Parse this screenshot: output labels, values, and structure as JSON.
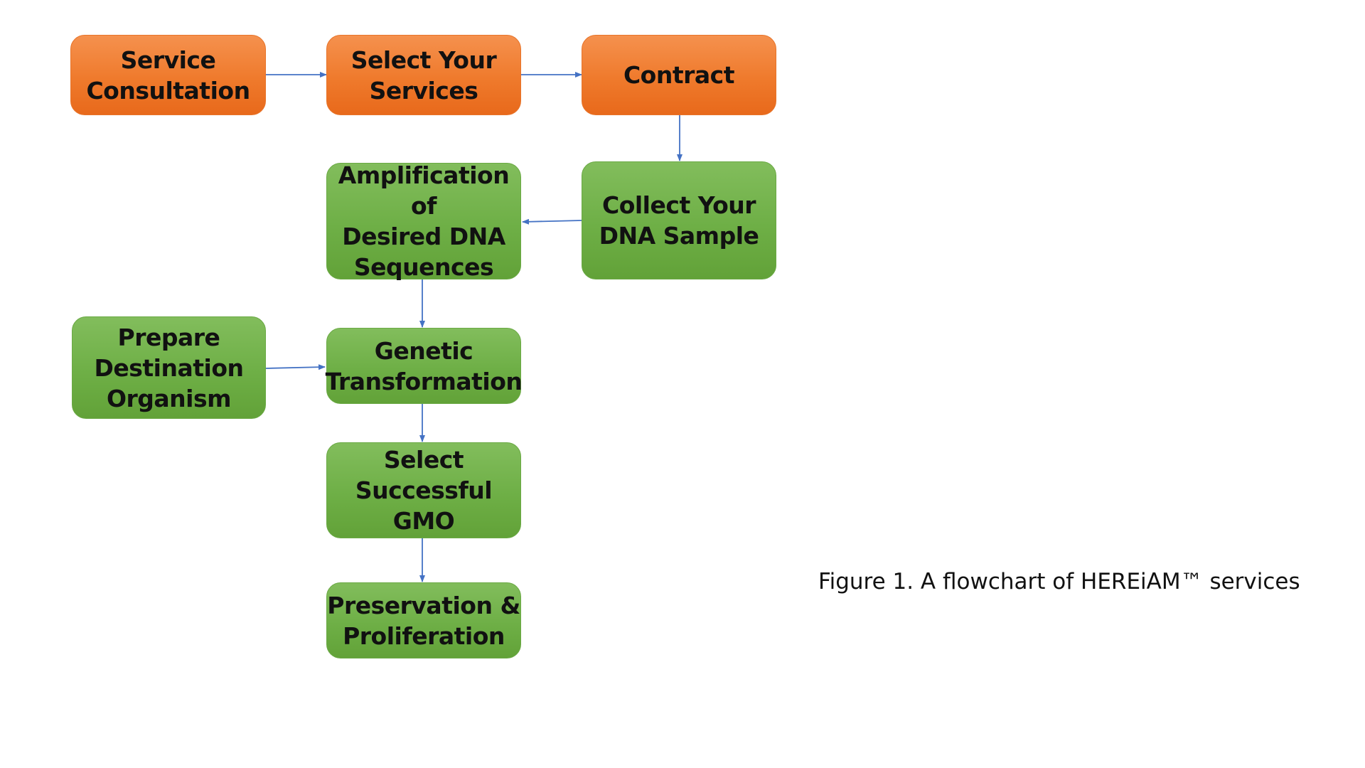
{
  "diagram": {
    "nodes": [
      {
        "id": "service_consultation",
        "label": "Service\nConsultation",
        "color": "#ef7a2c"
      },
      {
        "id": "select_your_services",
        "label": "Select Your\nServices",
        "color": "#ef7a2c"
      },
      {
        "id": "contract",
        "label": "Contract",
        "color": "#ef7a2c"
      },
      {
        "id": "collect_dna_sample",
        "label": "Collect Your\nDNA Sample",
        "color": "#6eaf46"
      },
      {
        "id": "amplification",
        "label": "Amplification of\nDesired DNA\nSequences",
        "color": "#6eaf46"
      },
      {
        "id": "prepare_destination",
        "label": "Prepare\nDestination\nOrganism",
        "color": "#6eaf46"
      },
      {
        "id": "genetic_transformation",
        "label": "Genetic\nTransformation",
        "color": "#6eaf46"
      },
      {
        "id": "select_successful_gmo",
        "label": "Select\nSuccessful\nGMO",
        "color": "#6eaf46"
      },
      {
        "id": "preservation",
        "label": "Preservation &\nProliferation",
        "color": "#6eaf46"
      }
    ],
    "edges": [
      {
        "from": "service_consultation",
        "to": "select_your_services"
      },
      {
        "from": "select_your_services",
        "to": "contract"
      },
      {
        "from": "contract",
        "to": "collect_dna_sample"
      },
      {
        "from": "collect_dna_sample",
        "to": "amplification"
      },
      {
        "from": "amplification",
        "to": "genetic_transformation"
      },
      {
        "from": "prepare_destination",
        "to": "genetic_transformation"
      },
      {
        "from": "genetic_transformation",
        "to": "select_successful_gmo"
      },
      {
        "from": "select_successful_gmo",
        "to": "preservation"
      }
    ],
    "arrow_color": "#4472c4"
  },
  "caption": "Figure 1. A flowchart of HEREiAM™ services"
}
